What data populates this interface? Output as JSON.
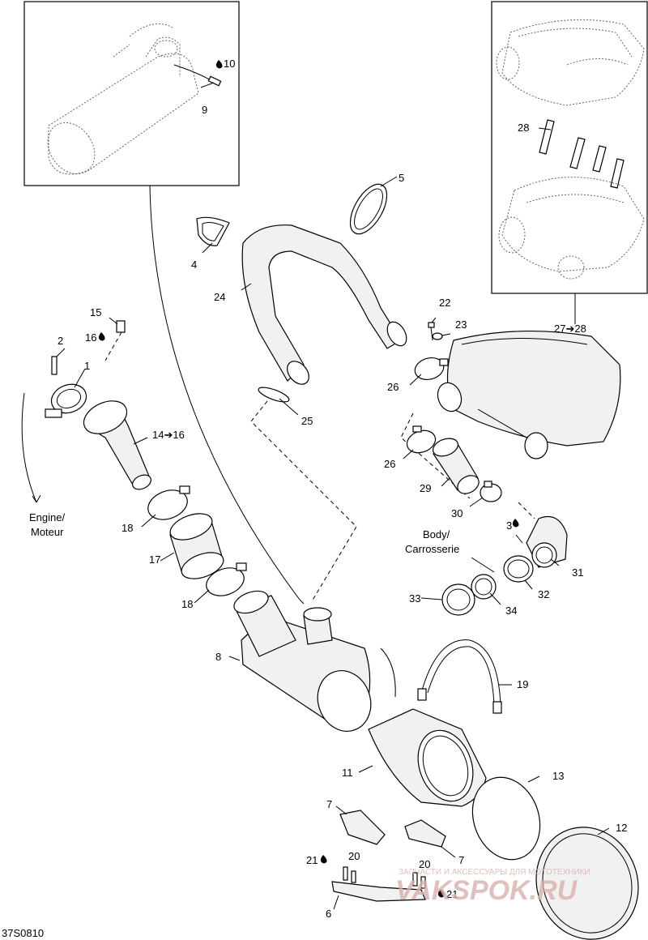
{
  "labels": {
    "p1": "1",
    "p2": "2",
    "p4": "4",
    "p5": "5",
    "p6": "6",
    "p7a": "7",
    "p7b": "7",
    "p8": "8",
    "p9": "9",
    "p10": "10",
    "p11": "11",
    "p12": "12",
    "p13": "13",
    "p14_16": "14➔16",
    "p15": "15",
    "p16": "16",
    "p17": "17",
    "p18a": "18",
    "p18b": "18",
    "p19": "19",
    "p20a": "20",
    "p20b": "20",
    "p21a": "21",
    "p21b": "21",
    "p22": "22",
    "p23": "23",
    "p24": "24",
    "p25": "25",
    "p26a": "26",
    "p26b": "26",
    "p27_28": "27➔28",
    "p28": "28",
    "p29": "29",
    "p30": "30",
    "p3": "3",
    "p31": "31",
    "p32": "32",
    "p33": "33",
    "p34": "34"
  },
  "notes": {
    "engine_line1": "Engine/",
    "engine_line2": "Moteur",
    "body_line1": "Body/",
    "body_line2": "Carrosserie"
  },
  "figure_code": "37S0810",
  "watermark": {
    "line1": "ЗАПЧАСТИ И АКСЕССУАРЫ ДЛЯ МОТОТЕХНИКИ",
    "line2": "VAKSPOK.RU"
  }
}
